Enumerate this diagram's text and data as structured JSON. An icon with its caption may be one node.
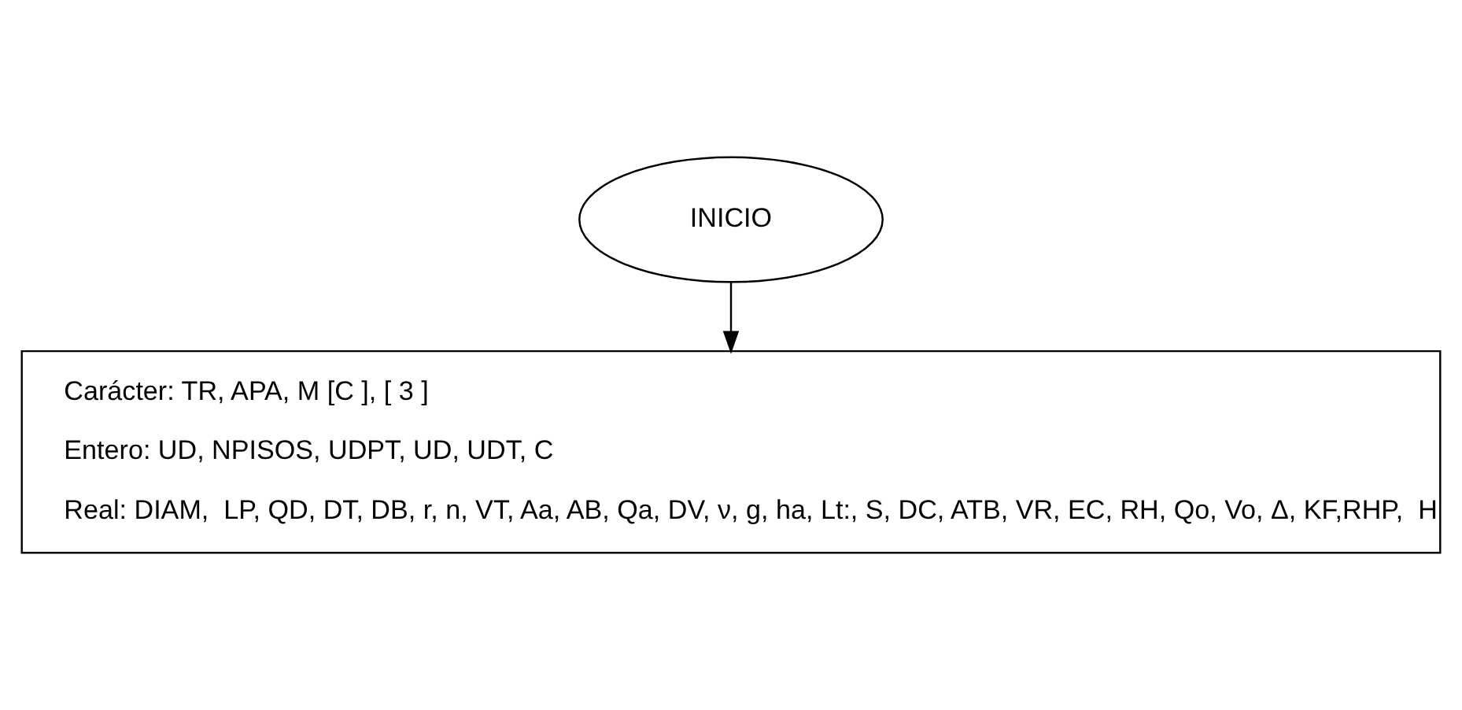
{
  "diagram": {
    "nodes": [
      {
        "text": [
          "INICIO"
        ]
      },
      {
        "text": [
          "Carácter: TR, APA, M [C ], [ 3 ]",
          "Entero: UD, NPISOS, UDPT, UD, UDT, C",
          "Real: DIAM,  LP, QD, DT, DB, r, n, VT, Aa, AB, Qa, DV, ν, g, ha, Lt:, S, DC, ATB, VR, EC, RH, Qo, Vo, Δ, KF,RHP,  H"
        ]
      }
    ],
    "edges": [
      {
        "from": 0,
        "to": 1,
        "arrow": "to"
      }
    ]
  }
}
